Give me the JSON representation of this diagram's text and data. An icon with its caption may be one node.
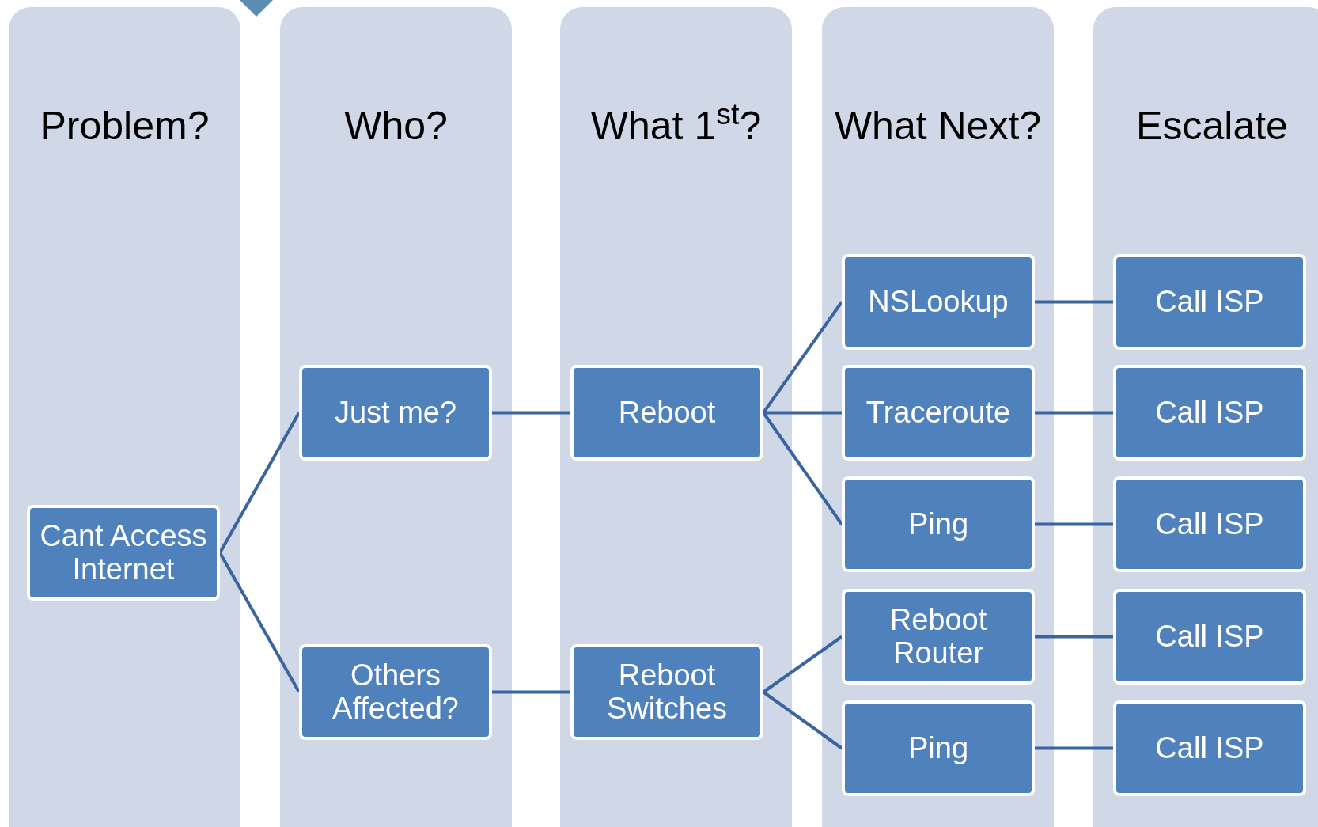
{
  "diagram": {
    "nodes": [
      {
        "text": [
          "Problem?"
        ]
      },
      {
        "text": [
          "Cant Access Internet"
        ],
        "in": 0
      },
      {
        "text": [
          "Who?"
        ]
      },
      {
        "text": [
          "Just me?"
        ],
        "in": 2
      },
      {
        "text": [
          "Others Affected?"
        ],
        "in": 2
      },
      {
        "text": [
          "What 1$^{st}$?"
        ]
      },
      {
        "text": [
          "Reboot"
        ],
        "in": 5
      },
      {
        "text": [
          "Reboot Switches"
        ],
        "in": 5
      },
      {
        "text": [
          "What Next?"
        ]
      },
      {
        "text": [
          "NSLookup"
        ],
        "in": 8
      },
      {
        "text": [
          "Traceroute"
        ],
        "in": 8
      },
      {
        "text": [
          "Ping"
        ],
        "in": 8
      },
      {
        "text": [
          "Reboot Router"
        ],
        "in": 8
      },
      {
        "text": [
          "Ping"
        ],
        "in": 8
      },
      {
        "text": [
          "Escalate"
        ]
      },
      {
        "text": [
          "Call ISP"
        ],
        "in": 14
      },
      {
        "text": [
          "Call ISP"
        ],
        "in": 14
      },
      {
        "text": [
          "Call ISP"
        ],
        "in": 14
      },
      {
        "text": [
          "Call ISP"
        ],
        "in": 14
      },
      {
        "text": [
          "Call ISP"
        ],
        "in": 14
      }
    ],
    "edges": [
      {
        "from": 1,
        "to": 3,
        "arrow": "none"
      },
      {
        "from": 1,
        "to": 4,
        "arrow": "none"
      },
      {
        "from": 3,
        "to": 6,
        "arrow": "none"
      },
      {
        "from": 4,
        "to": 7,
        "arrow": "none"
      },
      {
        "from": 6,
        "to": 9,
        "arrow": "none"
      },
      {
        "from": 6,
        "to": 10,
        "arrow": "none"
      },
      {
        "from": 6,
        "to": 11,
        "arrow": "none"
      },
      {
        "from": 7,
        "to": 12,
        "arrow": "none"
      },
      {
        "from": 7,
        "to": 13,
        "arrow": "none"
      },
      {
        "from": 9,
        "to": 15,
        "arrow": "none"
      },
      {
        "from": 10,
        "to": 16,
        "arrow": "none"
      },
      {
        "from": 11,
        "to": 17,
        "arrow": "none"
      },
      {
        "from": 12,
        "to": 18,
        "arrow": "none"
      },
      {
        "from": 13,
        "to": 19,
        "arrow": "none"
      }
    ]
  }
}
